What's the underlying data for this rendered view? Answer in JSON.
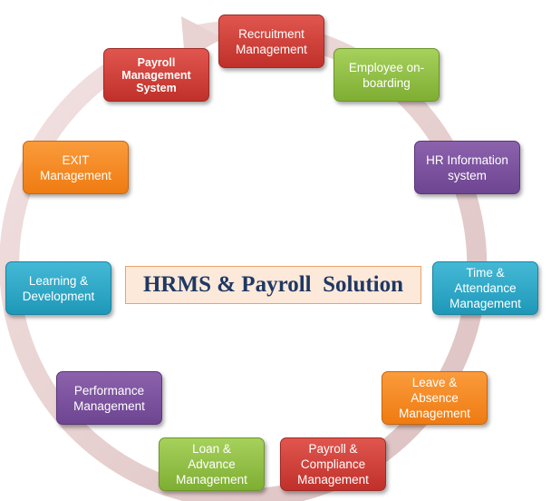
{
  "title": "HRMS & Payroll  Solution",
  "colors": {
    "ring": "#e7cfcf",
    "title_bg": "#fde9d9",
    "title_text": "#1f3864",
    "red": "#c9403a",
    "green": "#8fbf45",
    "purple": "#7a519d",
    "cyan": "#2ca8c7",
    "orange": "#f58a24"
  },
  "nodes": [
    {
      "id": "recruitment",
      "label": "Recruitment\nManagement",
      "color": "red"
    },
    {
      "id": "onboarding",
      "label": "Employee on-\nboarding",
      "color": "green"
    },
    {
      "id": "hr-info",
      "label": "HR Information\nsystem",
      "color": "purple"
    },
    {
      "id": "time-attendance",
      "label": "Time &\nAttendance\nManagement",
      "color": "cyan"
    },
    {
      "id": "leave",
      "label": "Leave &\nAbsence\nManagement",
      "color": "orange"
    },
    {
      "id": "payroll-compliance",
      "label": "Payroll &\nCompliance\nManagement",
      "color": "red"
    },
    {
      "id": "loan",
      "label": "Loan &\nAdvance\nManagement",
      "color": "green"
    },
    {
      "id": "performance",
      "label": "Performance\nManagement",
      "color": "purple"
    },
    {
      "id": "learning",
      "label": "Learning &\nDevelopment",
      "color": "cyan"
    },
    {
      "id": "exit",
      "label": "EXIT\nManagement",
      "color": "orange"
    },
    {
      "id": "payroll-system",
      "label": "Payroll\nManagement\nSystem",
      "color": "red"
    }
  ]
}
